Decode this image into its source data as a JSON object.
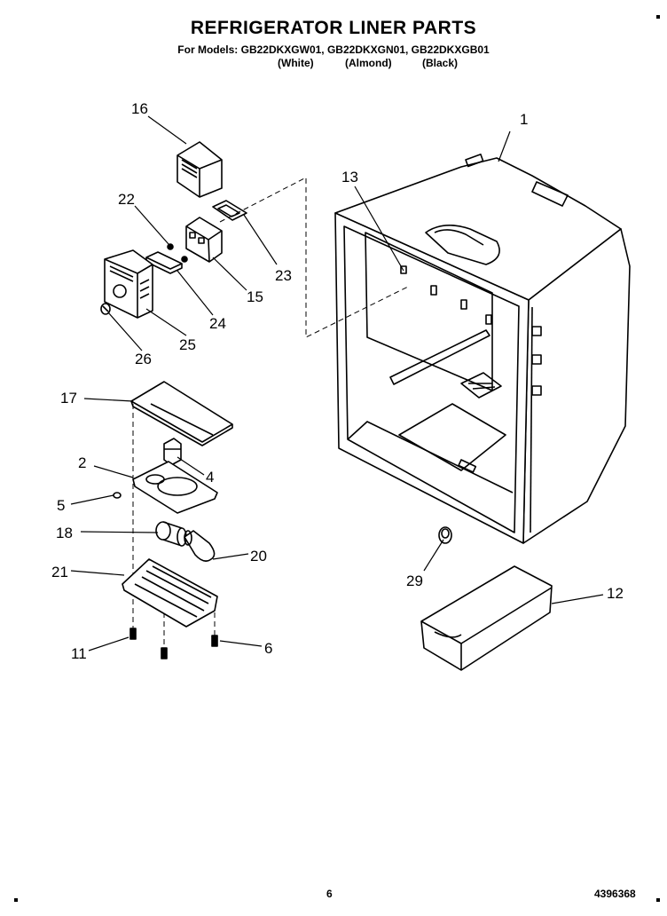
{
  "header": {
    "title": "REFRIGERATOR LINER PARTS",
    "models": "For Models: GB22DKXGW01, GB22DKXGN01, GB22DKXGB01",
    "variants": [
      "(White)",
      "(Almond)",
      "(Black)"
    ]
  },
  "callouts": {
    "c1": "1",
    "c2": "2",
    "c4": "4",
    "c5": "5",
    "c6": "6",
    "c11": "11",
    "c12": "12",
    "c13": "13",
    "c15": "15",
    "c16": "16",
    "c17": "17",
    "c18": "18",
    "c20": "20",
    "c21": "21",
    "c22": "22",
    "c23": "23",
    "c24": "24",
    "c25": "25",
    "c26": "26",
    "c29": "29"
  },
  "footer": {
    "page_number": "6",
    "document_number": "4396368"
  }
}
